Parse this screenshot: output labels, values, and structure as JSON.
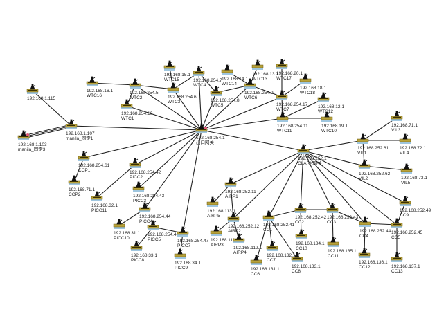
{
  "diagram": {
    "type": "network-topology",
    "colors": {
      "line": "#222222",
      "device_body": "#b8a23a",
      "device_base": "#9fc6df",
      "device_top": "#111111",
      "alert_dot": "#e05a7a"
    },
    "nodes": [
      {
        "id": "gw",
        "ip": "192.168.254.1",
        "name": "出口网关",
        "icon": "router-icon",
        "alert": true
      },
      {
        "id": "n115",
        "ip": "192.168.1.115",
        "name": "",
        "icon": "router-icon"
      },
      {
        "id": "n107",
        "ip": "192.168.1.107",
        "name": "manila_固定1",
        "icon": "router-icon"
      },
      {
        "id": "n103",
        "ip": "192.168.1.103",
        "name": "manila_固定3",
        "icon": "router-icon",
        "alert": true
      },
      {
        "id": "wtc16",
        "ip": "192.168.16.1",
        "name": "WTC16",
        "icon": "router-icon"
      },
      {
        "id": "wtc2",
        "ip": "192.168.254.5",
        "name": "WTC2",
        "icon": "router-icon"
      },
      {
        "id": "wtc3",
        "ip": "192.168.254.6",
        "name": "WTC3",
        "icon": "router-icon"
      },
      {
        "id": "wtc15",
        "ip": "192.168.15.1",
        "name": "WTC15",
        "icon": "router-icon"
      },
      {
        "id": "wtc4",
        "ip": "192.168.254.7",
        "name": "WTC4",
        "icon": "router-icon"
      },
      {
        "id": "wtc1",
        "ip": "192.168.254.10",
        "name": "WTC1",
        "icon": "router-icon"
      },
      {
        "id": "wtc14",
        "ip": "192.168.14.1",
        "name": "WTC14",
        "icon": "router-icon"
      },
      {
        "id": "wtc13",
        "ip": "192.168.13.1",
        "name": "WTC13",
        "icon": "router-icon"
      },
      {
        "id": "wtc17",
        "ip": "192.168.20.1",
        "name": "WTC17",
        "icon": "router-icon"
      },
      {
        "id": "wtc5",
        "ip": "192.168.254.8",
        "name": "WTC5",
        "icon": "router-icon"
      },
      {
        "id": "wtc6",
        "ip": "192.168.254.9",
        "name": "WTC6",
        "icon": "router-icon"
      },
      {
        "id": "wtc18",
        "ip": "192.168.18.1",
        "name": "WTC18",
        "icon": "router-icon"
      },
      {
        "id": "wtc7",
        "ip": "192.168.254.17",
        "name": "WTC7",
        "icon": "router-icon"
      },
      {
        "id": "wtc12",
        "ip": "192.168.12.1",
        "name": "WTC12",
        "icon": "router-icon"
      },
      {
        "id": "wtc11",
        "ip": "192.168.254.11",
        "name": "WTC11",
        "icon": "router-icon"
      },
      {
        "id": "wtc10",
        "ip": "192.168.19.1",
        "name": "WTC10",
        "icon": "router-icon"
      },
      {
        "id": "ccp1",
        "ip": "192.168.254.61",
        "name": "CCP1",
        "icon": "router-icon"
      },
      {
        "id": "ccp2",
        "ip": "192.168.71.1",
        "name": "CCP2",
        "icon": "router-icon"
      },
      {
        "id": "picc2",
        "ip": "192.168.254.42",
        "name": "PICC2",
        "icon": "router-icon"
      },
      {
        "id": "picc3",
        "ip": "192.168.254.43",
        "name": "PICC3",
        "icon": "router-icon"
      },
      {
        "id": "picc11",
        "ip": "192.168.32.1",
        "name": "PICC11",
        "icon": "router-icon"
      },
      {
        "id": "picc4",
        "ip": "192.168.254.44",
        "name": "PICC4",
        "icon": "router-icon"
      },
      {
        "id": "picc10",
        "ip": "192.168.31.1",
        "name": "PICC10",
        "icon": "router-icon"
      },
      {
        "id": "picc5",
        "ip": "192.168.254.45",
        "name": "PICC5",
        "icon": "router-icon"
      },
      {
        "id": "picc7",
        "ip": "192.168.254.47",
        "name": "PICC7",
        "icon": "router-icon"
      },
      {
        "id": "picc8",
        "ip": "192.168.33.1",
        "name": "PICC8",
        "icon": "router-icon"
      },
      {
        "id": "picc9",
        "ip": "192.168.34.1",
        "name": "PICC9",
        "icon": "router-icon"
      },
      {
        "id": "clark",
        "ip": "192.168.252.1",
        "name": "CLARK网关",
        "icon": "router-icon"
      },
      {
        "id": "vil1",
        "ip": "192.168.252.61",
        "name": "VIL1",
        "icon": "router-icon"
      },
      {
        "id": "vil3",
        "ip": "192.168.71.1",
        "name": "VIL3",
        "icon": "router-icon"
      },
      {
        "id": "vil4",
        "ip": "192.168.72.1",
        "name": "VIL4",
        "icon": "router-icon"
      },
      {
        "id": "vil2",
        "ip": "192.168.252.62",
        "name": "VIL2",
        "icon": "router-icon"
      },
      {
        "id": "vil5",
        "ip": "192.168.73.1",
        "name": "VIL5",
        "icon": "router-icon"
      },
      {
        "id": "airp1",
        "ip": "192.168.252.11",
        "name": "AIRP1",
        "icon": "router-icon"
      },
      {
        "id": "airp5",
        "ip": "192.168.113.1",
        "name": "AIRP5",
        "icon": "router-icon"
      },
      {
        "id": "airp2",
        "ip": "192.168.252.12",
        "name": "AIRP2",
        "icon": "router-icon"
      },
      {
        "id": "airp3",
        "ip": "192.168.111.1",
        "name": "AIRP3",
        "icon": "router-icon"
      },
      {
        "id": "airp4",
        "ip": "192.168.112.1",
        "name": "AIRP4",
        "icon": "router-icon"
      },
      {
        "id": "cc1",
        "ip": "192.168.252.41",
        "name": "CC1",
        "icon": "router-icon"
      },
      {
        "id": "cc2",
        "ip": "192.168.252.42",
        "name": "CC2",
        "icon": "router-icon"
      },
      {
        "id": "cc3",
        "ip": "192.168.252.43",
        "name": "CC3",
        "icon": "router-icon"
      },
      {
        "id": "cc9",
        "ip": "192.168.252.49",
        "name": "CC9",
        "icon": "router-icon"
      },
      {
        "id": "cc4",
        "ip": "192.168.252.44",
        "name": "CC4",
        "icon": "router-icon"
      },
      {
        "id": "cc5",
        "ip": "192.168.252.45",
        "name": "CC5",
        "icon": "router-icon"
      },
      {
        "id": "cc10",
        "ip": "192.168.134.1",
        "name": "CC10",
        "icon": "router-icon"
      },
      {
        "id": "cc11",
        "ip": "192.168.135.1",
        "name": "CC11",
        "icon": "router-icon"
      },
      {
        "id": "cc7",
        "ip": "192.168.132.1",
        "name": "CC7",
        "icon": "router-icon"
      },
      {
        "id": "cc12",
        "ip": "192.168.136.1",
        "name": "CC12",
        "icon": "router-icon"
      },
      {
        "id": "cc13",
        "ip": "192.168.137.1",
        "name": "CC13",
        "icon": "router-icon"
      },
      {
        "id": "cc6",
        "ip": "192.168.131.1",
        "name": "CC6",
        "icon": "router-icon"
      },
      {
        "id": "cc8",
        "ip": "192.168.133.1",
        "name": "CC8",
        "icon": "router-icon"
      }
    ],
    "edges": [
      [
        "n115",
        "n107"
      ],
      [
        "n107",
        "n103"
      ],
      [
        "n107",
        "gw"
      ],
      [
        "wtc16",
        "wtc2"
      ],
      [
        "wtc2",
        "wtc3"
      ],
      [
        "wtc3",
        "wtc15"
      ],
      [
        "wtc3",
        "wtc4"
      ],
      [
        "wtc1",
        "wtc2"
      ],
      [
        "wtc2",
        "gw"
      ],
      [
        "wtc1",
        "gw"
      ],
      [
        "wtc3",
        "gw"
      ],
      [
        "wtc4",
        "gw"
      ],
      [
        "wtc4",
        "wtc5"
      ],
      [
        "wtc5",
        "wtc6"
      ],
      [
        "wtc6",
        "wtc14"
      ],
      [
        "wtc6",
        "wtc13"
      ],
      [
        "wtc6",
        "wtc7"
      ],
      [
        "wtc7",
        "wtc17"
      ],
      [
        "wtc7",
        "wtc18"
      ],
      [
        "wtc7",
        "wtc11"
      ],
      [
        "wtc11",
        "wtc10"
      ],
      [
        "wtc11",
        "wtc12"
      ],
      [
        "wtc5",
        "gw"
      ],
      [
        "wtc6",
        "gw"
      ],
      [
        "wtc7",
        "gw"
      ],
      [
        "wtc11",
        "gw"
      ],
      [
        "gw",
        "clark"
      ],
      [
        "gw",
        "ccp1"
      ],
      [
        "ccp1",
        "ccp2"
      ],
      [
        "gw",
        "picc2"
      ],
      [
        "picc2",
        "picc11"
      ],
      [
        "gw",
        "picc3"
      ],
      [
        "gw",
        "picc4"
      ],
      [
        "picc4",
        "picc10"
      ],
      [
        "gw",
        "picc7"
      ],
      [
        "picc5",
        "picc7"
      ],
      [
        "picc5",
        "picc8"
      ],
      [
        "picc7",
        "picc9"
      ],
      [
        "clark",
        "vil1"
      ],
      [
        "vil1",
        "vil3"
      ],
      [
        "vil1",
        "vil4"
      ],
      [
        "clark",
        "vil2"
      ],
      [
        "vil1",
        "vil2"
      ],
      [
        "vil2",
        "vil5"
      ],
      [
        "clark",
        "airp1"
      ],
      [
        "airp1",
        "airp5"
      ],
      [
        "airp1",
        "airp2"
      ],
      [
        "clark",
        "airp2"
      ],
      [
        "airp2",
        "airp3"
      ],
      [
        "airp2",
        "airp4"
      ],
      [
        "clark",
        "cc1"
      ],
      [
        "cc1",
        "cc2"
      ],
      [
        "clark",
        "cc2"
      ],
      [
        "cc2",
        "cc3"
      ],
      [
        "clark",
        "cc3"
      ],
      [
        "cc2",
        "cc10"
      ],
      [
        "cc3",
        "cc11"
      ],
      [
        "cc3",
        "cc4"
      ],
      [
        "clark",
        "cc4"
      ],
      [
        "clark",
        "cc5"
      ],
      [
        "cc4",
        "cc5"
      ],
      [
        "clark",
        "cc9"
      ],
      [
        "cc9",
        "cc5"
      ],
      [
        "cc4",
        "cc12"
      ],
      [
        "cc5",
        "cc13"
      ],
      [
        "cc1",
        "cc6"
      ],
      [
        "cc1",
        "cc7"
      ],
      [
        "cc1",
        "cc8"
      ]
    ]
  }
}
